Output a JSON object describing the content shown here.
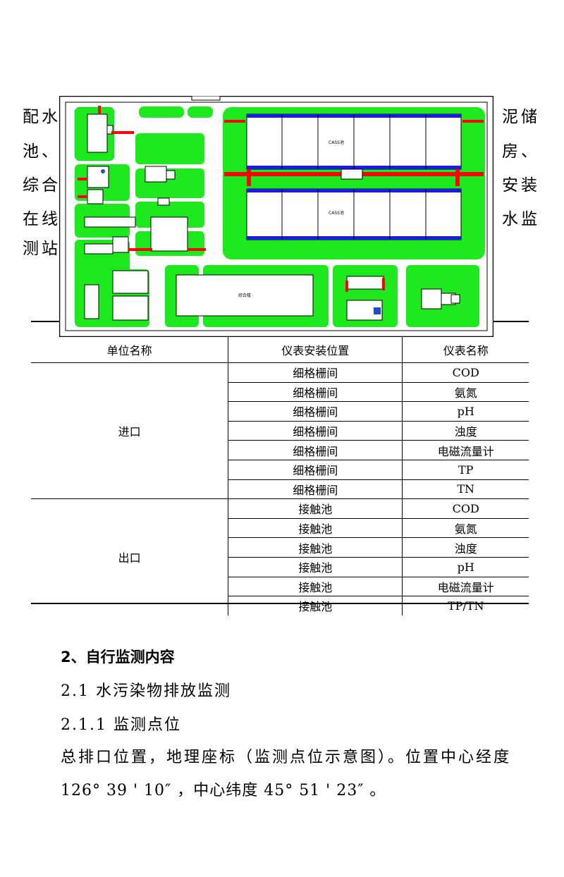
{
  "intro": {
    "line1_left": "配水",
    "line2_left": "池、",
    "line3_left": "综合",
    "line4_left": "在线",
    "line5_left": "测站",
    "line1_right": "泥储",
    "line2_right": "房、",
    "line3_right": "安装",
    "line4_right": "水监"
  },
  "map": {
    "label_cass_top": "CASS池",
    "label_cass_bottom": "CASS池",
    "label_building": "综合楼"
  },
  "table": {
    "headers": [
      "单位名称",
      "仪表安装位置",
      "仪表名称"
    ],
    "groups": [
      {
        "unit": "进口",
        "rows": [
          {
            "location": "细格栅间",
            "instrument": "COD"
          },
          {
            "location": "细格栅间",
            "instrument": "氨氮"
          },
          {
            "location": "细格栅间",
            "instrument": "pH"
          },
          {
            "location": "细格栅间",
            "instrument": "浊度"
          },
          {
            "location": "细格栅间",
            "instrument": "电磁流量计"
          },
          {
            "location": "细格栅间",
            "instrument": "TP"
          },
          {
            "location": "细格栅间",
            "instrument": "TN"
          }
        ]
      },
      {
        "unit": "出口",
        "rows": [
          {
            "location": "接触池",
            "instrument": "COD"
          },
          {
            "location": "接触池",
            "instrument": "氨氮"
          },
          {
            "location": "接触池",
            "instrument": "浊度"
          },
          {
            "location": "接触池",
            "instrument": "pH"
          },
          {
            "location": "接触池",
            "instrument": "电磁流量计"
          },
          {
            "location": "接触池",
            "instrument": "TP/TN"
          }
        ]
      }
    ]
  },
  "sections": {
    "s2_title": "2、自行监测内容",
    "s21_title": "2.1 水污染物排放监测",
    "s211_title": "2.1.1 监测点位",
    "body_line1": "总排口位置，地理座标（监测点位示意图）。位置中心经度",
    "body_line2": "126° 39 ' 10″ ，中心纬度 45° 51 ' 23″ 。"
  },
  "colors": {
    "green": "#1ee81e",
    "red": "#ee1111",
    "blue": "#1a1aee",
    "pipe": "#ff0000"
  }
}
